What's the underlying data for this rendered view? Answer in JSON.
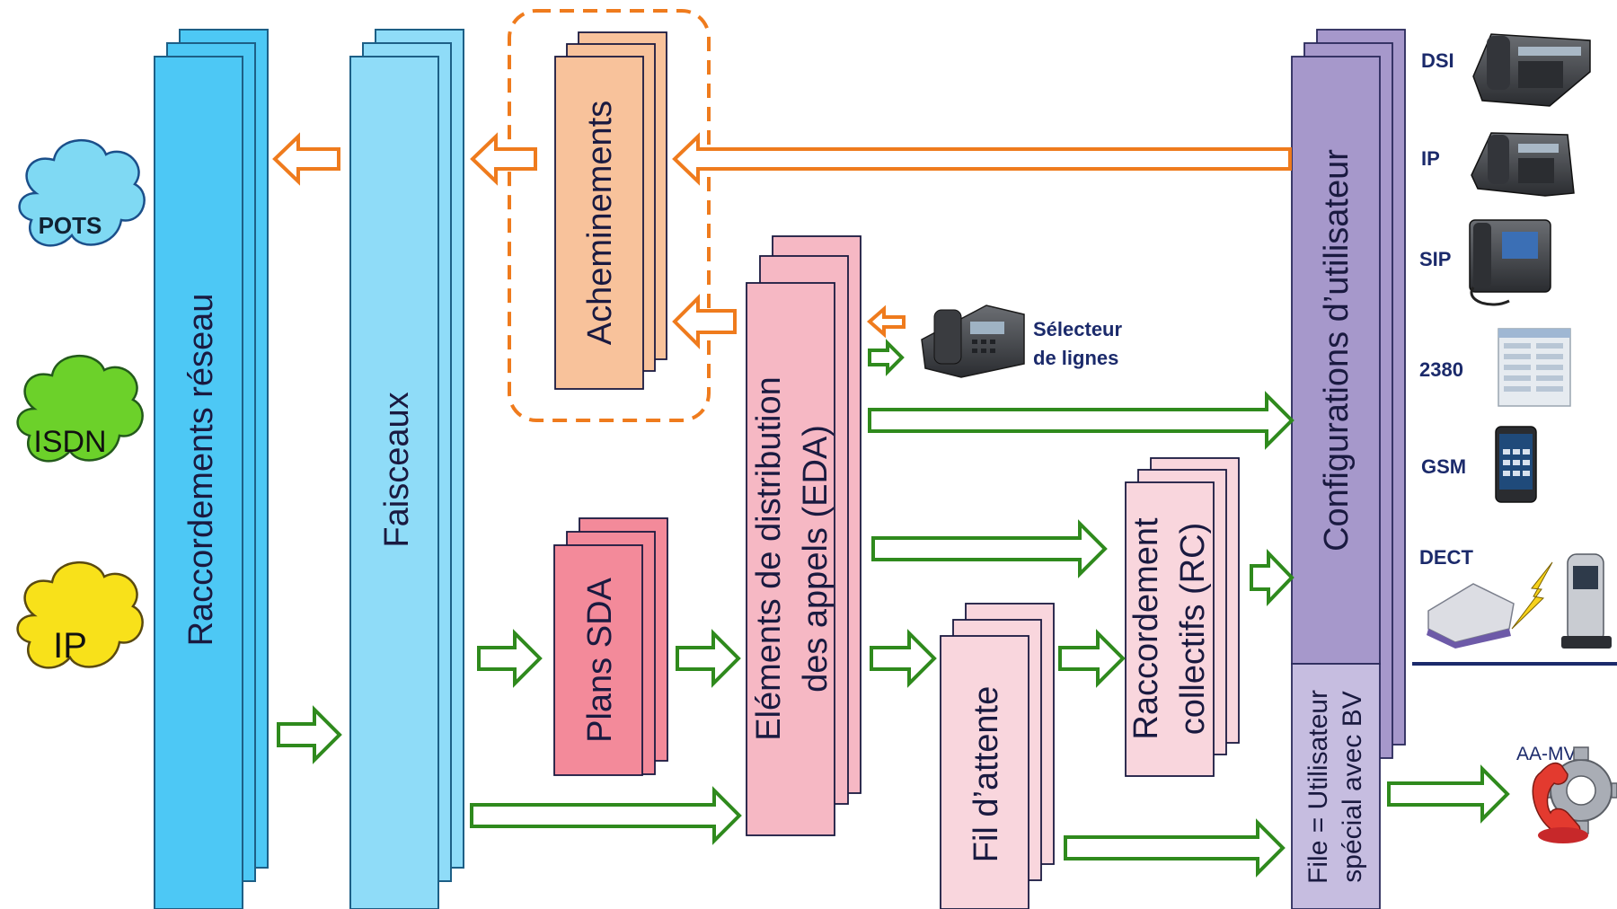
{
  "clouds": {
    "pots": "POTS",
    "isdn": "ISDN",
    "ip": "IP"
  },
  "blocks": {
    "raccordements": "Raccordements réseau",
    "faisceaux": "Faisceaux",
    "acheminements": "Acheminements",
    "plans_sda": "Plans SDA",
    "eda_line1": "Eléments de distribution",
    "eda_line2": "des appels (EDA)",
    "fil_attente": "Fil d’attente",
    "rc_line1": "Raccordement",
    "rc_line2": "collectifs (RC)",
    "config_utilisateur": "Configurations d’utilisateur",
    "file_line1": "File = Utilisateur",
    "file_line2": "spécial avec BV"
  },
  "selector": {
    "line1": "Sélecteur",
    "line2": "de lignes"
  },
  "devices": {
    "dsi": "DSI",
    "ip": "IP",
    "sip": "SIP",
    "d2380": "2380",
    "gsm": "GSM",
    "dect": "DECT",
    "aamv": "AA-MV"
  },
  "colors": {
    "raccordements": "#4dc8f5",
    "faisceaux": "#8fdcf8",
    "acheminements": "#f8c29b",
    "plans_sda": "#f38a9a",
    "eda": "#f6b8c4",
    "fil_attente": "#f9d6dd",
    "rc": "#f9d6dd",
    "config": "#a698cb",
    "orange_arrow": "#ef7b1d",
    "green_arrow": "#2f8a1d"
  }
}
